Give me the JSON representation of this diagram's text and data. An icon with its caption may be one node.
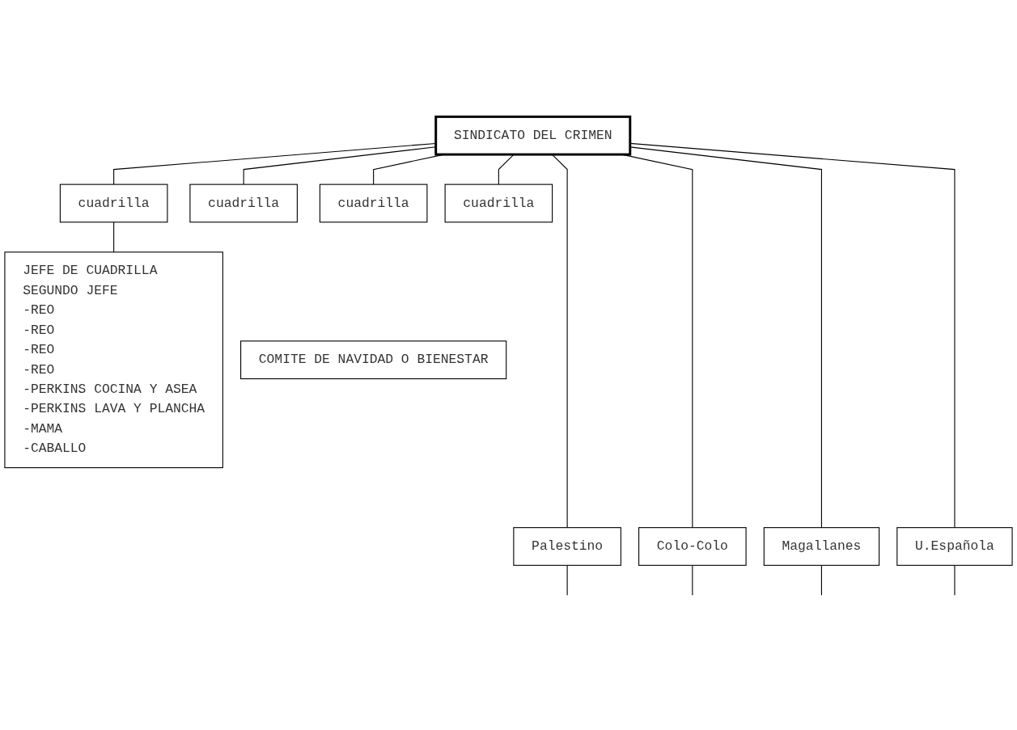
{
  "diagram": {
    "nodes": [
      {
        "text": [
          "SINDICATO DEL CRIMEN"
        ]
      },
      {
        "text": [
          "cuadrilla"
        ]
      },
      {
        "text": [
          "cuadrilla"
        ]
      },
      {
        "text": [
          "cuadrilla"
        ]
      },
      {
        "text": [
          "cuadrilla"
        ]
      },
      {
        "text": [
          "JEFE DE CUADRILLA",
          "SEGUNDO JEFE",
          "-REO",
          "-REO",
          "-REO",
          "-REO",
          "-PERKINS COCINA Y ASEA",
          "-PERKINS LAVA Y PLANCHA",
          "-MAMA",
          "-CABALLO"
        ]
      },
      {
        "text": [
          "COMITE DE NAVIDAD O BIENESTAR"
        ]
      },
      {
        "text": [
          "Palestino"
        ]
      },
      {
        "text": [
          "Colo-Colo"
        ]
      },
      {
        "text": [
          "Magallanes"
        ]
      },
      {
        "text": [
          "U.Española"
        ]
      }
    ],
    "edges": [
      {
        "from": 0,
        "to": 1,
        "arrow": "none"
      },
      {
        "from": 0,
        "to": 2,
        "arrow": "none"
      },
      {
        "from": 0,
        "to": 3,
        "arrow": "none"
      },
      {
        "from": 0,
        "to": 4,
        "arrow": "none"
      },
      {
        "from": 1,
        "to": 5,
        "arrow": "none"
      },
      {
        "from": 0,
        "to": 7,
        "arrow": "none"
      },
      {
        "from": 0,
        "to": 8,
        "arrow": "none"
      },
      {
        "from": 0,
        "to": 9,
        "arrow": "none"
      },
      {
        "from": 0,
        "to": 10,
        "arrow": "none"
      },
      {
        "from": 7,
        "to": null,
        "arrow": "none"
      },
      {
        "from": 8,
        "to": null,
        "arrow": "none"
      },
      {
        "from": 9,
        "to": null,
        "arrow": "none"
      },
      {
        "from": 10,
        "to": null,
        "arrow": "none"
      }
    ]
  }
}
